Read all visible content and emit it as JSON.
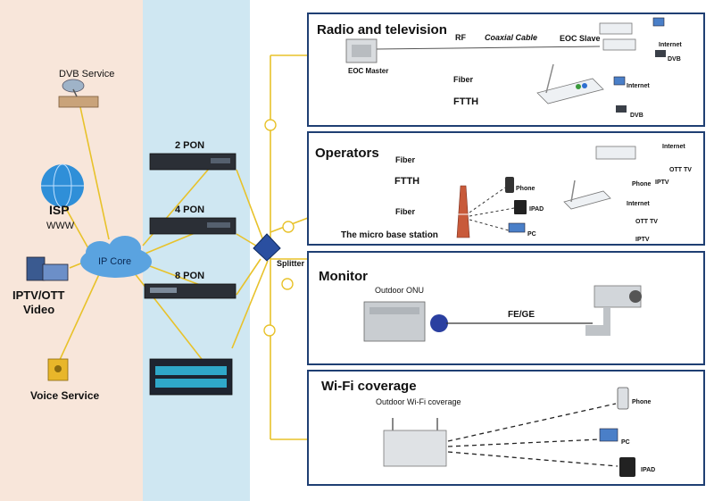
{
  "colors": {
    "left_bg": "#f8e6da",
    "mid_bg": "#cfe7f2",
    "panel_border": "#1f3f73",
    "yellow_line": "#e8c22a",
    "cloud": "#5aa3e0",
    "globe": "#2f8fd8"
  },
  "left": {
    "dvb_service": "DVB Service",
    "isp": "ISP",
    "www": "WWW",
    "iptv_line1": "IPTV/OTT",
    "iptv_line2": "Video",
    "voice_service": "Voice Service",
    "ip_core": "IP Core"
  },
  "olt": {
    "pon2": "2 PON",
    "pon4": "4 PON",
    "pon8": "8 PON"
  },
  "splitter": "Splitter",
  "panels": {
    "radio": {
      "title": "Radio and television",
      "rf": "RF",
      "coaxial": "Coaxial Cable",
      "eoc_slave": "EOC Slave",
      "eoc_master": "EOC Master",
      "internet_top": "Internet",
      "dvb_top": "DVB",
      "fiber": "Fiber",
      "ftth": "FTTH",
      "internet_bottom": "Internet",
      "dvb_bottom": "DVB"
    },
    "operators": {
      "title": "Operators",
      "fiber_top": "Fiber",
      "ftth": "FTTH",
      "fiber_bottom": "Fiber",
      "micro_bs": "The micro base station",
      "phone": "Phone",
      "ipad": "IPAD",
      "pc": "PC",
      "internet_top": "Internet",
      "ott_tv_top": "OTT TV",
      "phone_right": "Phone",
      "iptv_right": "IPTV",
      "internet_mid": "Internet",
      "ott_tv_mid": "OTT TV",
      "iptv_bottom": "IPTV"
    },
    "monitor": {
      "title": "Monitor",
      "outdoor_onu": "Outdoor ONU",
      "fe_ge": "FE/GE"
    },
    "wifi": {
      "title": "Wi-Fi coverage",
      "outdoor_wifi": "Outdoor Wi-Fi coverage",
      "phone": "Phone",
      "pc": "PC",
      "ipad": "IPAD"
    }
  }
}
